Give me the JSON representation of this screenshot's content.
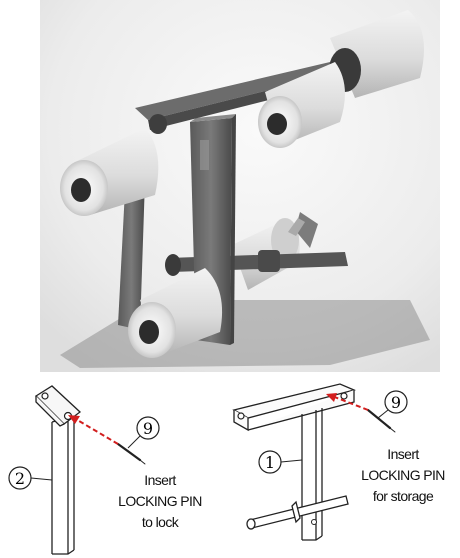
{
  "callouts": {
    "part_2": "2",
    "part_9_left": "9",
    "part_1": "1",
    "part_9_right": "9"
  },
  "lock_note": {
    "line1": "Insert",
    "line2": "LOCKING PIN",
    "line3": "to lock"
  },
  "storage_note": {
    "line1": "Insert",
    "line2": "LOCKING PIN",
    "line3": "for storage"
  },
  "colors": {
    "frame": "#6f6f6f",
    "frame_dark": "#4b4b4b",
    "pad": "#e6e6e6",
    "pad_shade": "#bdbdbd",
    "shadow": "#9a9a9a",
    "arrow": "#d21e1e"
  }
}
